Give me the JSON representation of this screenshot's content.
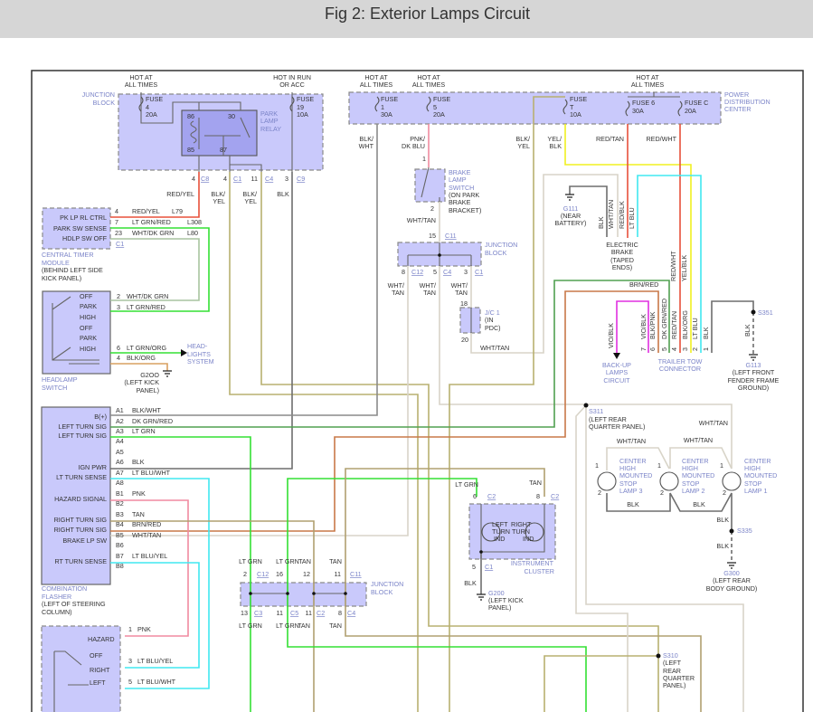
{
  "title": "Fig 2: Exterior Lamps Circuit",
  "wire_colors": {
    "red": "#e8503a",
    "ltgrn": "#33e033",
    "whtdkgrn": "#a8c4a0",
    "olive": "#b8b070",
    "blk": "#6e6e6e",
    "blkwht": "#8a8a8a",
    "whttan": "#d8d4c8",
    "pnk": "#f08aa0",
    "yel": "#f0f020",
    "cyan": "#40e8f0",
    "dkgrn": "#50a050",
    "brn": "#c87848",
    "tan": "#b0a070",
    "vio": "#e030e0",
    "org": "#d8a060"
  },
  "component_fill": "#c9c9fb",
  "labels": {
    "top": [
      "HOT AT",
      "ALL TIMES",
      "HOT IN RUN",
      "OR ACC",
      "JUNCTION",
      "BLOCK",
      "FUSE",
      "4",
      "20A",
      "FUSE",
      "19",
      "10A",
      "86",
      "30",
      "85",
      "87",
      "PARK",
      "LAMP",
      "RELAY",
      "4",
      "C8",
      "4",
      "C1",
      "11",
      "C4",
      "3",
      "C9",
      "RED/YEL",
      "BLK/",
      "YEL",
      "BLK/",
      "YEL",
      "BLK"
    ],
    "timer": [
      "PK LP RL CTRL",
      "PARK SW SENSE",
      "HDLP SW OFF",
      "4",
      "RED/YEL",
      "L79",
      "7",
      "LT GRN/RED",
      "L308",
      "23",
      "WHT/DK GRN",
      "L80",
      "C1",
      "CENTRAL TIMER",
      "MODULE",
      "(BEHIND LEFT SIDE",
      "KICK PANEL)"
    ],
    "headlamp": [
      "OFF",
      "PARK",
      "HIGH",
      "OFF",
      "PARK",
      "HIGH",
      "2",
      "WHT/DK GRN",
      "3",
      "LT GRN/RED",
      "6",
      "LT GRN/ORG",
      "4",
      "BLK/ORG",
      "HEAD-",
      "LIGHTS",
      "SYSTEM",
      "G2OO",
      "(LEFT KICK",
      "PANEL)",
      "HEADLAMP",
      "SWITCH"
    ],
    "pdc": [
      "HOT AT",
      "ALL TIMES",
      "HOT AT",
      "ALL TIMES",
      "HOT AT",
      "ALL TIMES",
      "FUSE",
      "1",
      "30A",
      "FUSE",
      "5",
      "20A",
      "FUSE",
      "T",
      "10A",
      "FUSE 6",
      "30A",
      "FUSE C",
      "20A",
      "POWER",
      "DISTRIBUTION",
      "CENTER",
      "BLK/",
      "WHT",
      "PNK/",
      "DK BLU",
      "BLK/",
      "YEL",
      "YEL/",
      "BLK",
      "RED/TAN",
      "RED/WHT"
    ],
    "brake": [
      "1",
      "2",
      "BRAKE",
      "LAMP",
      "SWITCH",
      "(ON PARK",
      "BRAKE",
      "BRACKET)",
      "WHT/TAN",
      "15",
      "C11",
      "JUNCTION",
      "BLOCK",
      "8",
      "C12",
      "5",
      "C4",
      "3",
      "C1",
      "WHT/",
      "TAN",
      "WHT/",
      "TAN",
      "WHT/",
      "TAN",
      "18",
      "J/C 1",
      "(IN",
      "PDC)",
      "20",
      "WHT/TAN"
    ],
    "trailer": [
      "G111",
      "(NEAR",
      "BATTERY)",
      "BLK",
      "WHT/TAN",
      "RED/BLK",
      "LT BLU",
      "ELECTRIC",
      "BRAKE",
      "(TAPED",
      "ENDS)",
      "RED/WHT",
      "YEL/BLK",
      "BRN/RED",
      "VIO/BLK",
      "VIO/BLK",
      "BLK/PNK",
      "DK GRN/RED",
      "RED/TAN",
      "BLK/ORG",
      "LT BLU",
      "BLK",
      "7",
      "6",
      "5",
      "4",
      "3",
      "2",
      "1",
      "BACK-UP",
      "LAMPS",
      "CIRCUIT",
      "TRAILER TOW",
      "CONNECTOR",
      "S351",
      "BLK",
      "G113",
      "(LEFT FRONT",
      "FENDER FRAME",
      "GROUND)"
    ],
    "flasher_pins": [
      "A1",
      "A2",
      "A3",
      "A4",
      "A5",
      "A6",
      "A7",
      "A8",
      "B1",
      "B2",
      "B3",
      "B4",
      "B5",
      "B6",
      "B7",
      "B8"
    ],
    "flasher_wires": [
      "BLK/WHT",
      "DK GRN/RED",
      "LT GRN",
      "BLK",
      "LT BLU/WHT",
      "PNK",
      "TAN",
      "BRN/RED",
      "WHT/TAN",
      "LT BLU/YEL"
    ],
    "flasher_functions": [
      "B(+)",
      "LEFT TURN SIG",
      "LEFT TURN SIG",
      "IGN PWR",
      "LT TURN SENSE",
      "HAZARD SIGNAL",
      "RIGHT TURN SIG",
      "RIGHT TURN SIG",
      "BRAKE LP SW",
      "RT TURN SENSE"
    ],
    "flasher_component": [
      "COMBINATION",
      "FLASHER",
      "(LEFT OF STEERING",
      "COLUMN)"
    ],
    "hazard": [
      "HAZARD",
      "OFF",
      "RIGHT",
      "LEFT",
      "1",
      "PNK",
      "3",
      "LT BLU/YEL",
      "5",
      "LT BLU/WHT"
    ],
    "lower_jb": [
      "LT GRN",
      "LT GRN",
      "TAN",
      "TAN",
      "2",
      "C12",
      "16",
      "12",
      "11",
      "C11",
      "JUNCTION",
      "BLOCK",
      "13",
      "C3",
      "11",
      "C5",
      "11",
      "C2",
      "8",
      "C4",
      "LT GRN",
      "LT GRN",
      "TAN",
      "TAN"
    ],
    "cluster": [
      "LT GRN",
      "TAN",
      "6",
      "C2",
      "8",
      "C2",
      "LEFT",
      "TURN",
      "IND",
      "RIGHT",
      "TURN",
      "IND",
      "INSTRUMENT",
      "CLUSTER",
      "5",
      "C1",
      "BLK",
      "G200",
      "(LEFT KICK",
      "PANEL)"
    ],
    "rear": [
      "S311",
      "(LEFT REAR",
      "QUARTER PANEL)",
      "WHT/TAN",
      "WHT/TAN",
      "WHT/TAN",
      "BLK",
      "BLK",
      "BLK",
      "S335",
      "BLK",
      "G300",
      "(LEFT REAR",
      "BODY GROUND)",
      "S310",
      "(LEFT",
      "REAR",
      "QUARTER",
      "PANEL)"
    ],
    "lamp3": [
      "CENTER",
      "HIGH",
      "MOUNTED",
      "STOP",
      "LAMP 3",
      "1",
      "2"
    ],
    "lamp2": [
      "CENTER",
      "HIGH",
      "MOUNTED",
      "STOP",
      "LAMP 2",
      "1",
      "2"
    ],
    "lamp1": [
      "CENTER",
      "HIGH",
      "MOUNTED",
      "STOP",
      "LAMP 1",
      "1",
      "2"
    ]
  }
}
